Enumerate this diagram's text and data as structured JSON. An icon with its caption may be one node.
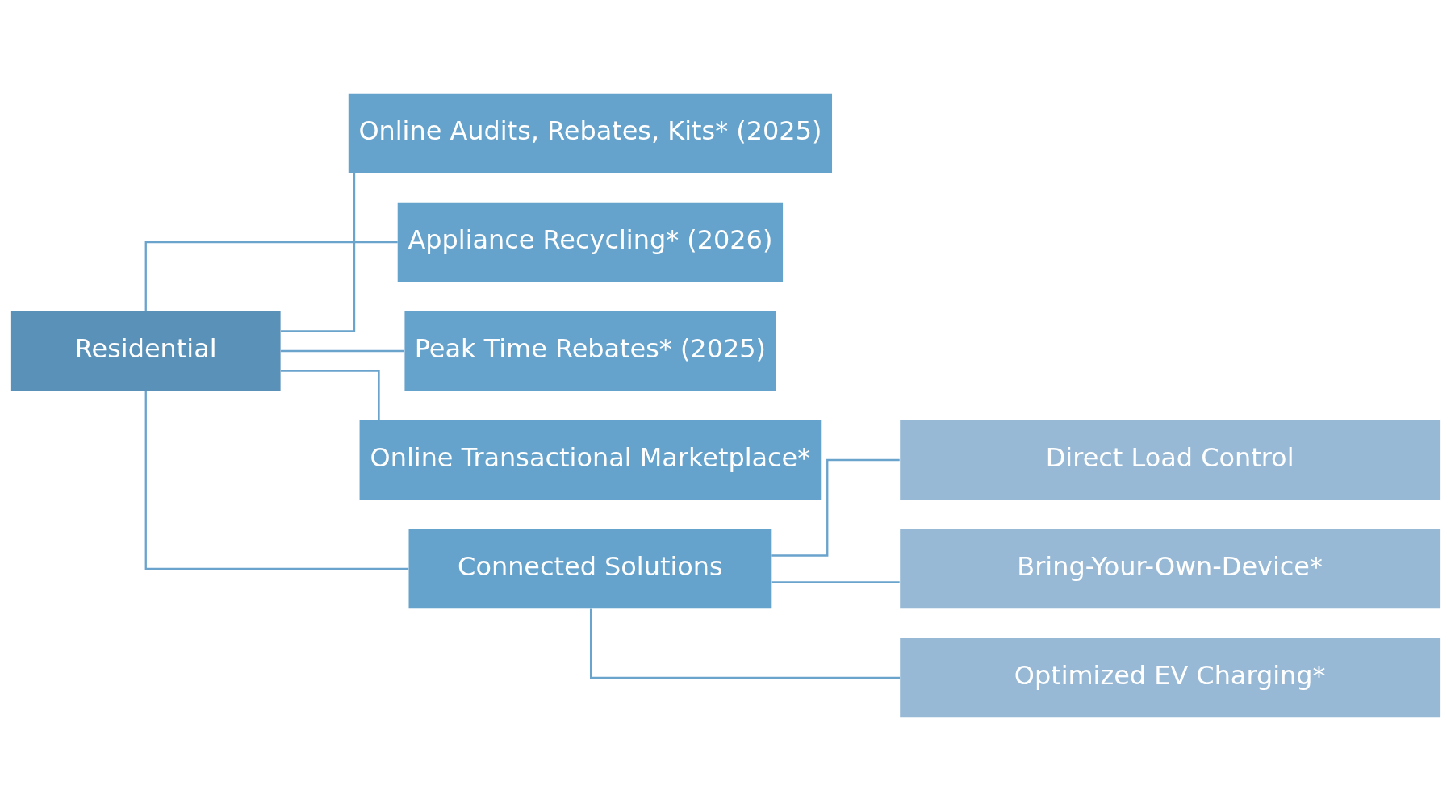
{
  "diagram": {
    "nodes": [
      {
        "text": [
          "Residential"
        ]
      },
      {
        "text": [
          "Online Audits, Rebates, Kits* (2025)"
        ]
      },
      {
        "text": [
          "Appliance Recycling* (2026)"
        ]
      },
      {
        "text": [
          "Peak Time Rebates* (2025)"
        ]
      },
      {
        "text": [
          "Online Transactional Marketplace*"
        ]
      },
      {
        "text": [
          "Connected Solutions"
        ]
      },
      {
        "text": [
          "Direct Load Control"
        ]
      },
      {
        "text": [
          "Bring-Your-Own-Device*"
        ]
      },
      {
        "text": [
          "Optimized EV Charging*"
        ]
      }
    ],
    "edges": [
      {
        "from": 0,
        "to": 1,
        "arrow": "none"
      },
      {
        "from": 0,
        "to": 2,
        "arrow": "none"
      },
      {
        "from": 0,
        "to": 3,
        "arrow": "none"
      },
      {
        "from": 0,
        "to": 4,
        "arrow": "none"
      },
      {
        "from": 0,
        "to": 5,
        "arrow": "none"
      },
      {
        "from": 5,
        "to": 6,
        "arrow": "none"
      },
      {
        "from": 5,
        "to": 7,
        "arrow": "none"
      },
      {
        "from": 5,
        "to": 8,
        "arrow": "none"
      }
    ]
  }
}
